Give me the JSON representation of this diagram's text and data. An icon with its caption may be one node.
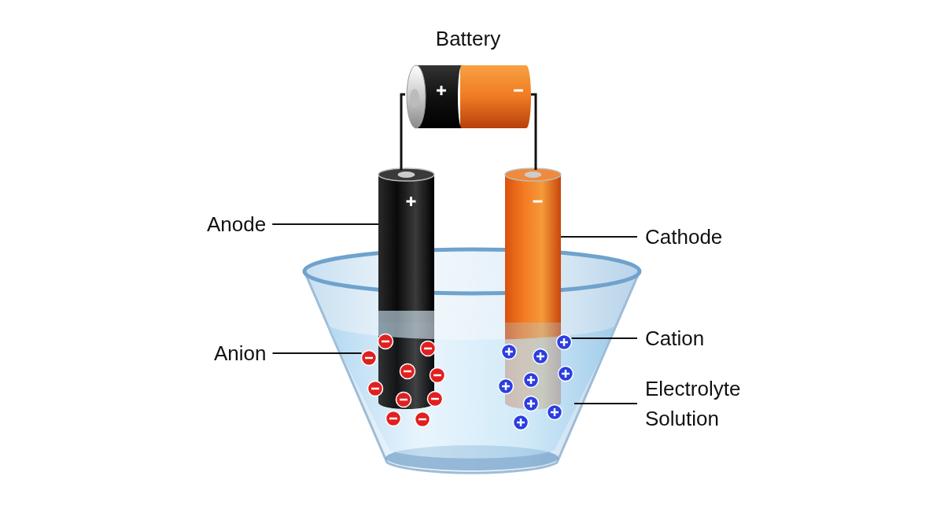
{
  "diagram": {
    "nodes": [
      {
        "text": [
          "Battery"
        ]
      },
      {
        "text": [
          "Anode"
        ]
      },
      {
        "text": [],
        "shape": "cylinder"
      },
      {
        "text": [
          "Cathode"
        ]
      },
      {
        "text": [],
        "shape": "cylinder"
      },
      {
        "text": [
          "Anion"
        ]
      },
      {
        "text": [],
        "shape": "circle",
        "in": 10
      },
      {
        "text": [
          "Cation"
        ]
      },
      {
        "text": [],
        "shape": "circle",
        "in": 10
      },
      {
        "text": [
          "Electrolyte Solution"
        ]
      },
      {
        "text": [],
        "shape": "picture"
      }
    ],
    "edges": [
      {
        "from": 0,
        "to": 2,
        "arrow": "none"
      },
      {
        "from": 0,
        "to": 4,
        "arrow": "none"
      },
      {
        "from": 1,
        "to": 2,
        "arrow": "none"
      },
      {
        "from": 3,
        "to": 4,
        "arrow": "none"
      },
      {
        "from": 5,
        "to": 6,
        "arrow": "none"
      },
      {
        "from": 7,
        "to": 8,
        "arrow": "none"
      },
      {
        "from": 9,
        "to": 10,
        "arrow": "none"
      }
    ]
  }
}
